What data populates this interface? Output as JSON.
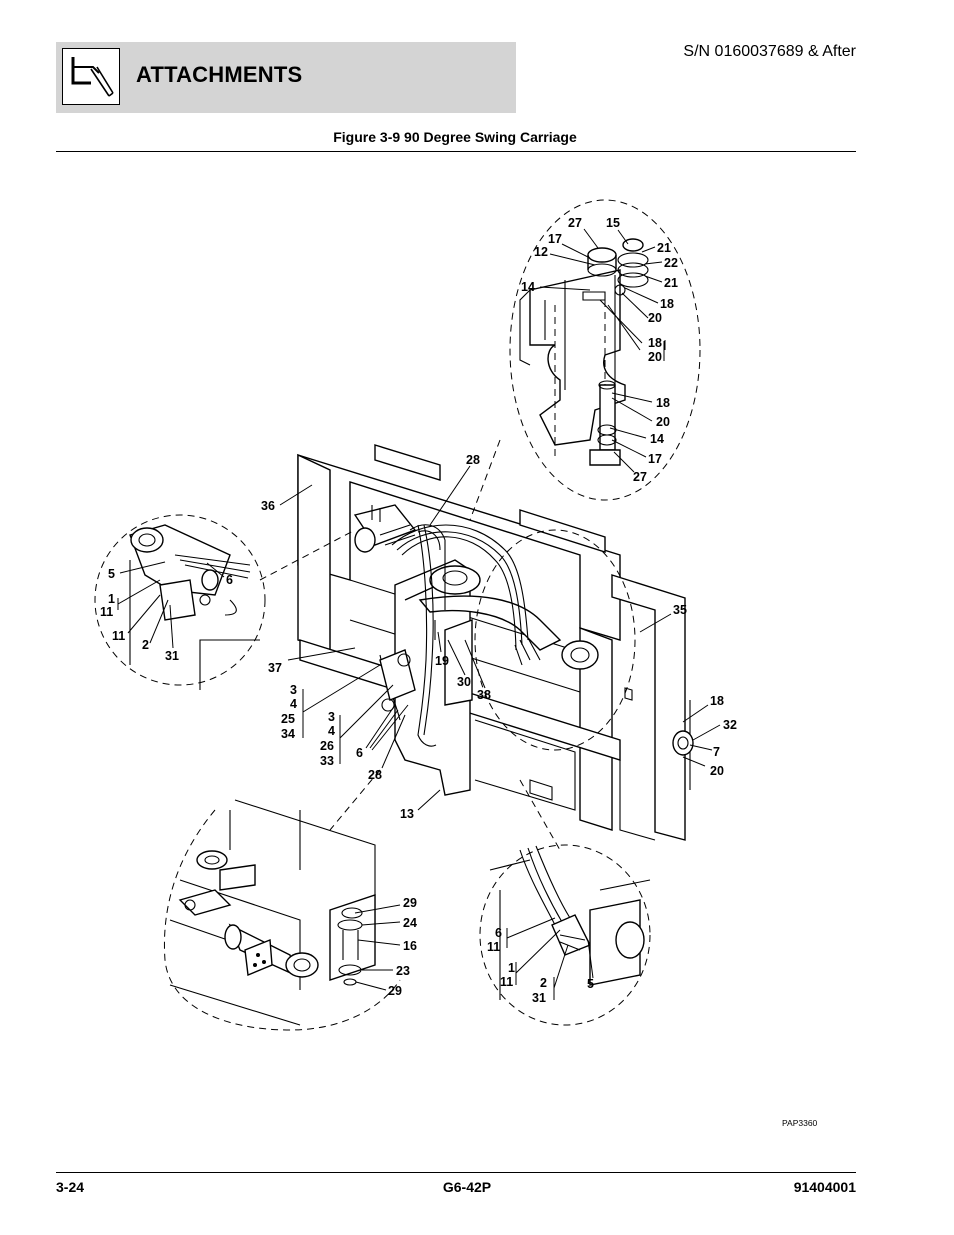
{
  "header": {
    "section_title": "ATTACHMENTS",
    "serial": "S/N 0160037689 & After",
    "section_icon": "attachment-fork-icon"
  },
  "figure": {
    "title": "Figure 3-9 90 Degree Swing Carriage",
    "reference": "PAP3360",
    "callouts": {
      "c_27a": "27",
      "c_15": "15",
      "c_17a": "17",
      "c_12": "12",
      "c_21a": "21",
      "c_22": "22",
      "c_21b": "21",
      "c_14a": "14",
      "c_18a": "18",
      "c_20a": "20",
      "c_18b": "18",
      "c_20b": "20",
      "c_18c": "18",
      "c_20c": "20",
      "c_14b": "14",
      "c_17b": "17",
      "c_27b": "27",
      "c_28a": "28",
      "c_36": "36",
      "c_5a": "5",
      "c_6a": "6",
      "c_1a": "1",
      "c_11a": "11",
      "c_11b": "11",
      "c_2a": "2",
      "c_31a": "31",
      "c_35": "35",
      "c_37": "37",
      "c_19": "19",
      "c_30": "30",
      "c_38": "38",
      "c_3a": "3",
      "c_4a": "4",
      "c_25": "25",
      "c_34": "34",
      "c_3b": "3",
      "c_4b": "4",
      "c_26": "26",
      "c_33": "33",
      "c_6b": "6",
      "c_28b": "28",
      "c_18d": "18",
      "c_32": "32",
      "c_7": "7",
      "c_20d": "20",
      "c_13": "13",
      "c_29a": "29",
      "c_24": "24",
      "c_16": "16",
      "c_23": "23",
      "c_29b": "29",
      "c_6c": "6",
      "c_11c": "11",
      "c_1b": "1",
      "c_11d": "11",
      "c_2b": "2",
      "c_31b": "31",
      "c_5b": "5"
    }
  },
  "footer": {
    "page": "3-24",
    "model": "G6-42P",
    "doc_number": "91404001"
  }
}
